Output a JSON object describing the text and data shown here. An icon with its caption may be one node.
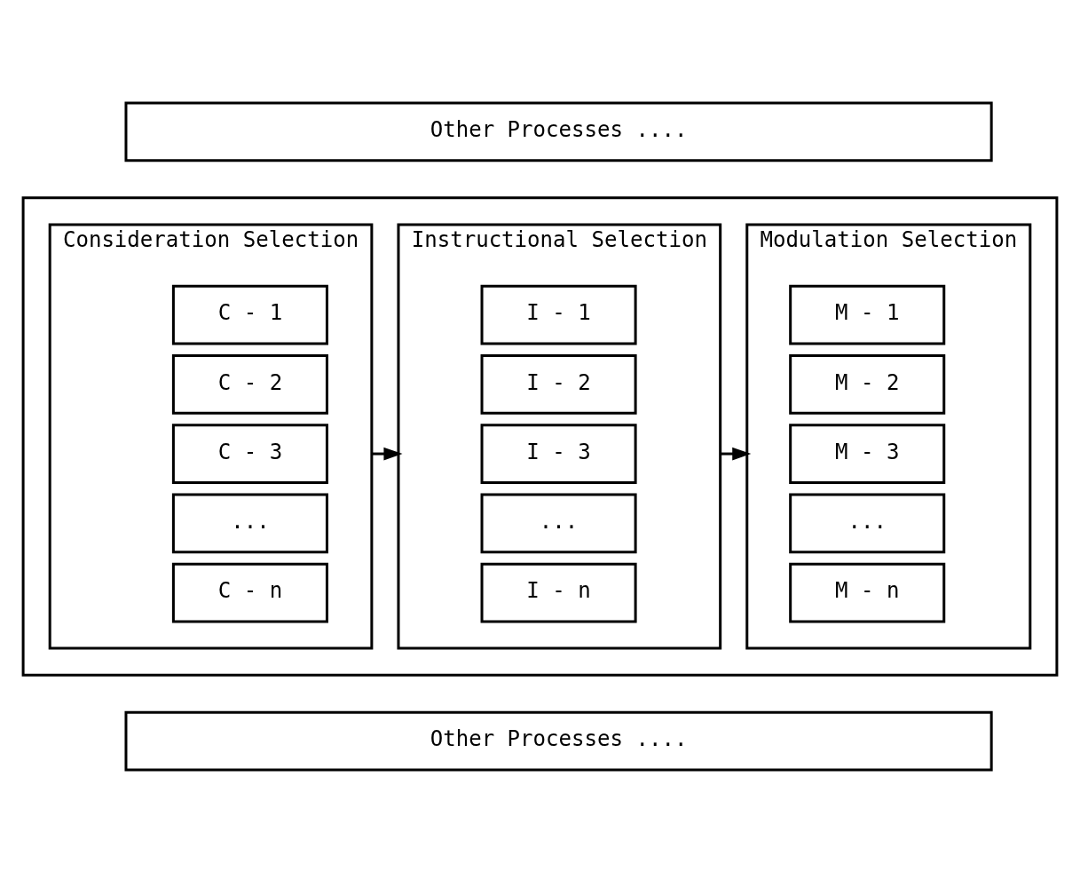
{
  "diagram": {
    "nodes": [
      {
        "text": [
          "Other Processes ...."
        ]
      },
      {
        "text": [],
        "shape": "box"
      },
      {
        "text": [
          "Consideration Selection"
        ],
        "in": 1
      },
      {
        "text": [
          "C - 1"
        ],
        "in": 2
      },
      {
        "text": [
          "C - 2"
        ],
        "in": 2
      },
      {
        "text": [
          "C - 3"
        ],
        "in": 2
      },
      {
        "text": [
          "..."
        ],
        "in": 2
      },
      {
        "text": [
          "C - n"
        ],
        "in": 2
      },
      {
        "text": [
          "Instructional Selection"
        ],
        "in": 1
      },
      {
        "text": [
          "I - 1"
        ],
        "in": 8
      },
      {
        "text": [
          "I - 2"
        ],
        "in": 8
      },
      {
        "text": [
          "I - 3"
        ],
        "in": 8
      },
      {
        "text": [
          "..."
        ],
        "in": 8
      },
      {
        "text": [
          "I - n"
        ],
        "in": 8
      },
      {
        "text": [
          "Modulation Selection"
        ],
        "in": 1
      },
      {
        "text": [
          "M - 1"
        ],
        "in": 14
      },
      {
        "text": [
          "M - 2"
        ],
        "in": 14
      },
      {
        "text": [
          "M - 3"
        ],
        "in": 14
      },
      {
        "text": [
          "..."
        ],
        "in": 14
      },
      {
        "text": [
          "M - n"
        ],
        "in": 14
      },
      {
        "text": [
          "Other Processes ...."
        ]
      }
    ],
    "edges": [
      {
        "from": 2,
        "to": 8,
        "arrow": "to"
      },
      {
        "from": 8,
        "to": 14,
        "arrow": "to"
      }
    ]
  }
}
